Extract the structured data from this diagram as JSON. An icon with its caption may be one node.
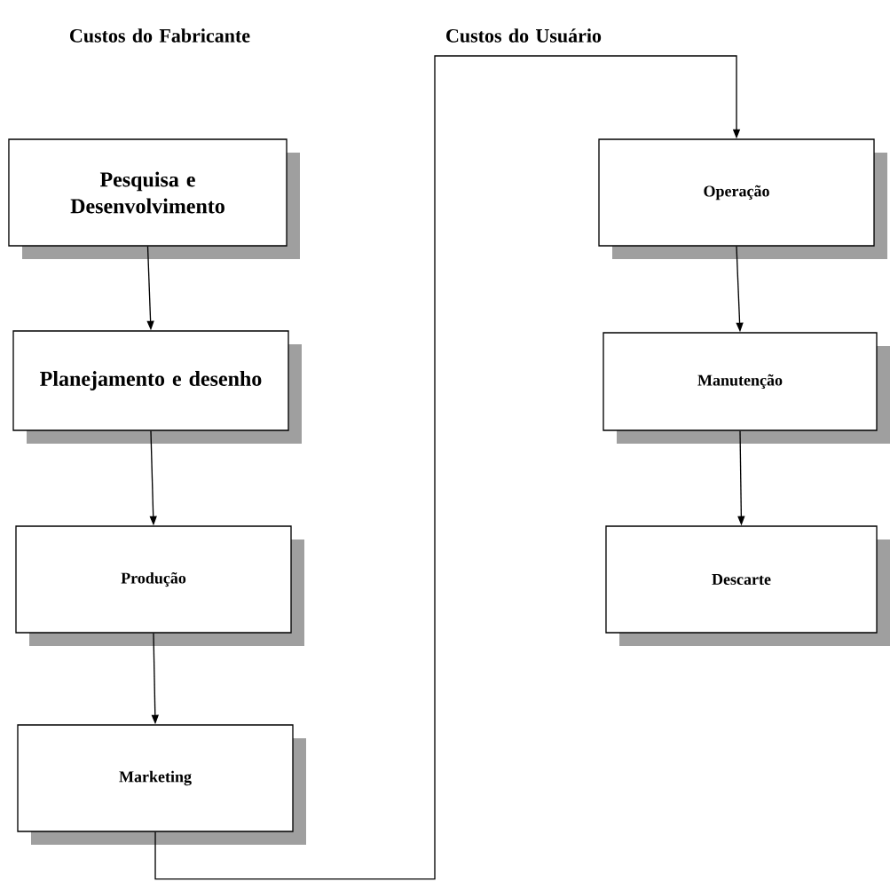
{
  "diagram": {
    "nodes": [
      {
        "text": [
          "Pesquisa e Desenvolvimento"
        ]
      },
      {
        "text": [
          "Planejamento e desenho"
        ]
      },
      {
        "text": [
          "Produção"
        ]
      },
      {
        "text": [
          "Marketing"
        ]
      },
      {
        "text": [
          "Operação"
        ]
      },
      {
        "text": [
          "Manutenção"
        ]
      },
      {
        "text": [
          "Descarte"
        ]
      }
    ],
    "edges": [
      {
        "from": 0,
        "to": 1,
        "arrow": "to"
      },
      {
        "from": 1,
        "to": 2,
        "arrow": "to"
      },
      {
        "from": 2,
        "to": 3,
        "arrow": "to"
      },
      {
        "from": 3,
        "to": 4,
        "arrow": "to"
      },
      {
        "from": 4,
        "to": 5,
        "arrow": "to"
      },
      {
        "from": 5,
        "to": 6,
        "arrow": "to"
      }
    ],
    "labels": [
      "Custos do Fabricante",
      "Custos do Usuário"
    ]
  }
}
